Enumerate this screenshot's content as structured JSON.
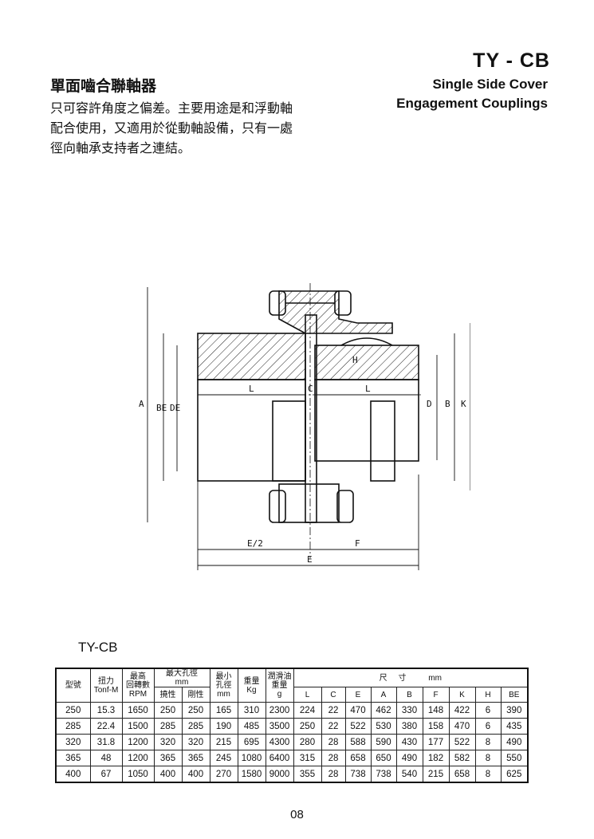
{
  "header": {
    "code": "TY - CB",
    "title_en_line1": "Single Side Cover",
    "title_en_line2": "Engagement Couplings",
    "title_cn": "單面嚙合聯軸器"
  },
  "description": [
    "只可容許角度之偏差。主要用途是和浮動軸",
    "配合使用，又適用於從動軸設備，只有一處",
    "徑向軸承支持者之連結。"
  ],
  "drawing": {
    "labels": {
      "A": "A",
      "BE": "BE",
      "DE": "DE",
      "D": "D",
      "B": "B",
      "K": "K",
      "L": "L",
      "C": "C",
      "H": "H",
      "E_half": "E/2",
      "F": "F",
      "E": "E"
    }
  },
  "table": {
    "label": "TY-CB",
    "headers": {
      "model": "型號",
      "torque": "扭力",
      "torque_unit": "Tonf-M",
      "max_speed": "最高\n回轉數",
      "max_speed_unit": "RPM",
      "max_bore": "最大孔徑",
      "max_bore_unit": "mm",
      "flexible": "撓性",
      "rigid": "剛性",
      "min_bore": "最小\n孔徑",
      "min_bore_unit": "mm",
      "weight": "重量",
      "weight_unit": "Kg",
      "lube": "潤滑油\n重量",
      "lube_unit": "g",
      "dimensions": "尺     寸          mm",
      "dim_cols": [
        "L",
        "C",
        "E",
        "A",
        "B",
        "F",
        "K",
        "H",
        "BE"
      ]
    },
    "rows": [
      [
        "250",
        "15.3",
        "1650",
        "250",
        "250",
        "165",
        "310",
        "2300",
        "224",
        "22",
        "470",
        "462",
        "330",
        "148",
        "422",
        "6",
        "390"
      ],
      [
        "285",
        "22.4",
        "1500",
        "285",
        "285",
        "190",
        "485",
        "3500",
        "250",
        "22",
        "522",
        "530",
        "380",
        "158",
        "470",
        "6",
        "435"
      ],
      [
        "320",
        "31.8",
        "1200",
        "320",
        "320",
        "215",
        "695",
        "4300",
        "280",
        "28",
        "588",
        "590",
        "430",
        "177",
        "522",
        "8",
        "490"
      ],
      [
        "365",
        "48",
        "1200",
        "365",
        "365",
        "245",
        "1080",
        "6400",
        "315",
        "28",
        "658",
        "650",
        "490",
        "182",
        "582",
        "8",
        "550"
      ],
      [
        "400",
        "67",
        "1050",
        "400",
        "400",
        "270",
        "1580",
        "9000",
        "355",
        "28",
        "738",
        "738",
        "540",
        "215",
        "658",
        "8",
        "625"
      ]
    ]
  },
  "page_number": "08"
}
